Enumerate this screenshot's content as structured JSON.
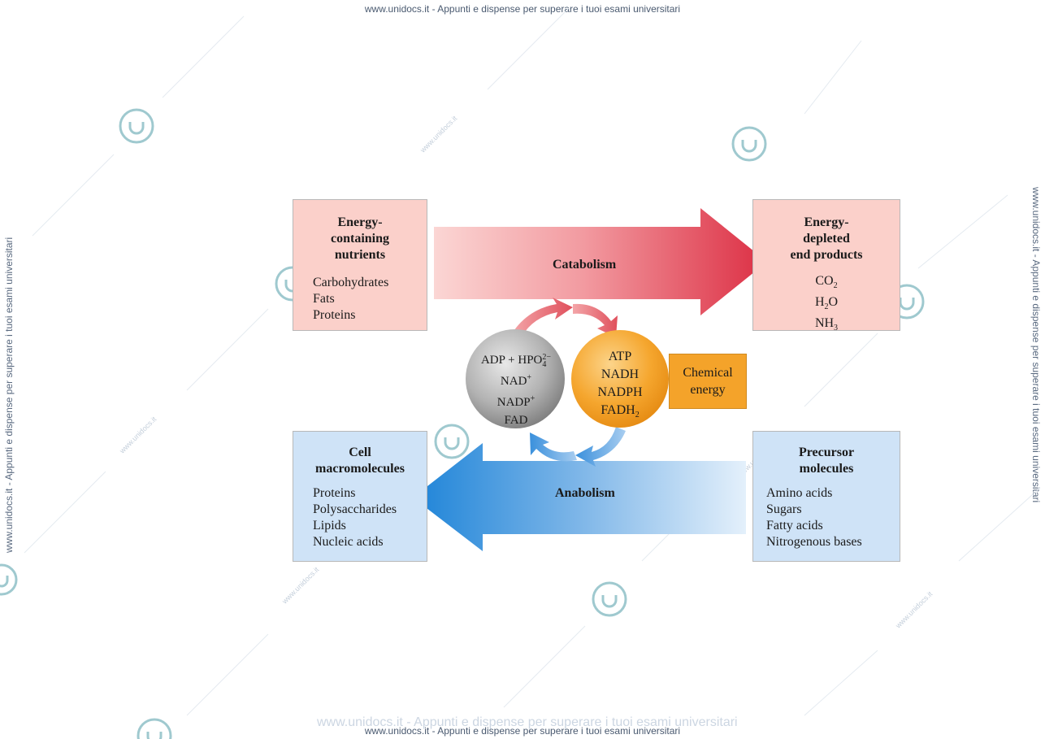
{
  "watermark": {
    "top": "www.unidocs.it - Appunti e dispense per superare i tuoi esami universitari",
    "bottom": "www.unidocs.it - Appunti e dispense per superare i tuoi esami universitari",
    "ghost_bottom": "www.unidocs.it - Appunti e dispense per superare i tuoi esami universitari",
    "side": "www.unidocs.it - Appunti e dispense per superare i tuoi esami universitari",
    "diag": "www.unidocs.it"
  },
  "nutrients": {
    "title": "Energy-\ncontaining\nnutrients",
    "items": [
      "Carbohydrates",
      "Fats",
      "Proteins"
    ]
  },
  "end_products": {
    "title": "Energy-\ndepleted\nend products",
    "items": [
      {
        "base": "CO",
        "sub": "2",
        "tail": ""
      },
      {
        "base": "H",
        "sub": "2",
        "tail": "O"
      },
      {
        "base": "NH",
        "sub": "3",
        "tail": ""
      }
    ]
  },
  "macromolecules": {
    "title": "Cell\nmacromolecules",
    "items": [
      "Proteins",
      "Polysaccharides",
      "Lipids",
      "Nucleic acids"
    ]
  },
  "precursors": {
    "title": "Precursor\nmolecules",
    "items": [
      "Amino acids",
      "Sugars",
      "Fatty acids",
      "Nitrogenous bases"
    ]
  },
  "catabolism": {
    "label": "Catabolism"
  },
  "anabolism": {
    "label": "Anabolism"
  },
  "gray_circle": {
    "line1_base": "ADP + HPO",
    "line1_sup": "2−",
    "line1_sub": "4",
    "line2_base": "NAD",
    "line2_sup": "+",
    "line3_base": "NADP",
    "line3_sup": "+",
    "line4": "FAD"
  },
  "orange_circle": {
    "line1": "ATP",
    "line2": "NADH",
    "line3": "NADPH",
    "line4_base": "FADH",
    "line4_sub": "2"
  },
  "chemical_energy": {
    "label": "Chemical\nenergy"
  },
  "colors": {
    "red_box": "#fbd0ca",
    "blue_box": "#cfe3f7",
    "catabolism_arrow": "#dc3a4a",
    "anabolism_arrow": "#2a8ad8",
    "orange": "#f4a32a",
    "gray": "#9a9a9a"
  }
}
